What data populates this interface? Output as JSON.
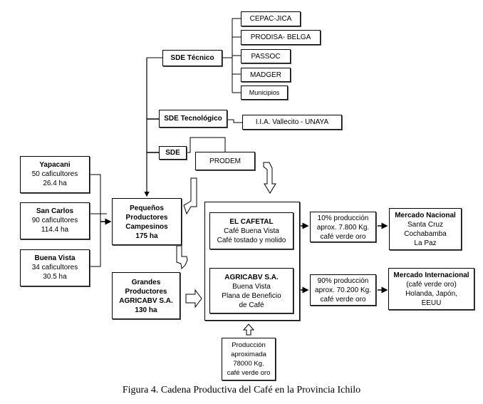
{
  "sde_tecnico": {
    "label": "SDE Técnico",
    "children": [
      "CEPAC-JICA",
      "PRODISA- BELGA",
      "PASSOC",
      "MADGER",
      "Municipios"
    ]
  },
  "sde_tecnologico": {
    "label": "SDE Tecnológico",
    "children": [
      "I.I.A. Vallecito - UNAYA"
    ]
  },
  "sde": {
    "label": "SDE",
    "children": [
      "PRODEM"
    ]
  },
  "municipios_origen": [
    {
      "name": "Yapacani",
      "farmers": "50 caficultores",
      "area": "26.4 ha"
    },
    {
      "name": "San Carlos",
      "farmers": "90 caficultores",
      "area": "114.4 ha"
    },
    {
      "name": "Buena Vista",
      "farmers": "34 caficultores",
      "area": "30.5 ha"
    }
  ],
  "pequenos": {
    "lines": [
      "Pequeños",
      "Productores",
      "Campesinos",
      "175 ha"
    ]
  },
  "grandes": {
    "lines": [
      "Grandes",
      "Productores",
      "AGRICABV S.A.",
      "130 ha"
    ]
  },
  "el_cafetal": {
    "title": "EL CAFETAL",
    "lines": [
      "Café Buena Vista",
      "Café tostado y molido"
    ]
  },
  "agricabv": {
    "title": "AGRICABV S.A.",
    "lines": [
      "Buena Vista",
      "Plana de Beneficio",
      "de Café"
    ]
  },
  "produccion_total": {
    "lines": [
      "Producción",
      "aproximada",
      "78000 Kg.",
      "café verde oro"
    ]
  },
  "share_nacional": {
    "lines": [
      "10% producción",
      "aprox. 7.800 Kg.",
      "café verde oro"
    ]
  },
  "share_internacional": {
    "lines": [
      "90% producción",
      "aprox. 70.200 Kg.",
      "café verde oro"
    ]
  },
  "mercado_nacional": {
    "title": "Mercado Nacional",
    "lines": [
      "Santa Cruz",
      "Cochabamba",
      "La Paz"
    ]
  },
  "mercado_internacional": {
    "title": "Mercado Internacional",
    "lines": [
      "(café verde oro)",
      "Holanda, Japón,",
      "EEUU"
    ]
  },
  "caption": "Figura 4. Cadena Productiva del Café en la Provincia Ichilo"
}
